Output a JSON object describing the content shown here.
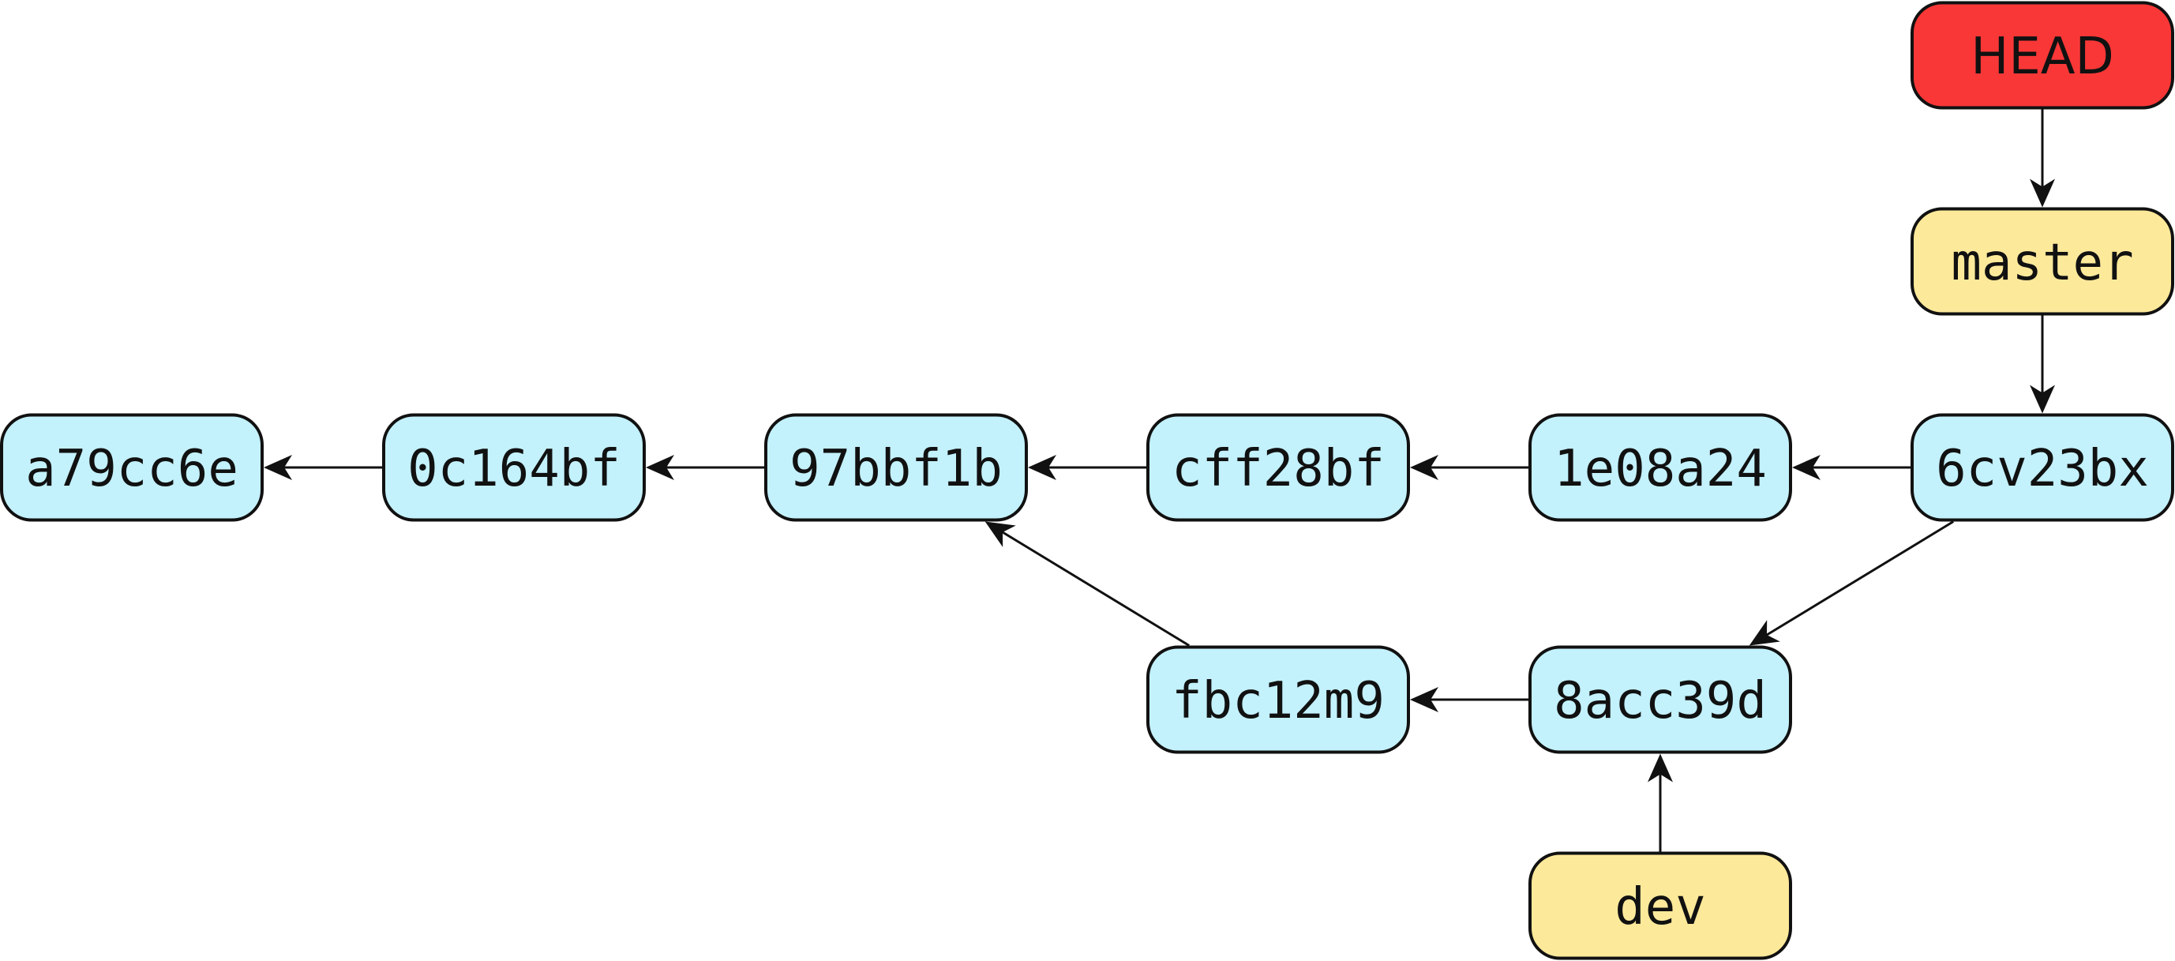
{
  "colors": {
    "commit": "#c3f1fc",
    "branch": "#fde99a",
    "head": "#f93737",
    "stroke": "#111111"
  },
  "nodes": [
    {
      "id": "HEAD",
      "label": "HEAD",
      "kind": "head"
    },
    {
      "id": "master",
      "label": "master",
      "kind": "branch"
    },
    {
      "id": "dev",
      "label": "dev",
      "kind": "branch"
    },
    {
      "id": "a79cc6e",
      "label": "a79cc6e",
      "kind": "commit"
    },
    {
      "id": "0c164bf",
      "label": "0c164bf",
      "kind": "commit"
    },
    {
      "id": "97bbf1b",
      "label": "97bbf1b",
      "kind": "commit"
    },
    {
      "id": "cff28bf",
      "label": "cff28bf",
      "kind": "commit"
    },
    {
      "id": "1e08a24",
      "label": "1e08a24",
      "kind": "commit"
    },
    {
      "id": "6cv23bx",
      "label": "6cv23bx",
      "kind": "commit"
    },
    {
      "id": "fbc12m9",
      "label": "fbc12m9",
      "kind": "commit"
    },
    {
      "id": "8acc39d",
      "label": "8acc39d",
      "kind": "commit"
    }
  ],
  "edges": [
    {
      "from": "HEAD",
      "to": "master"
    },
    {
      "from": "master",
      "to": "6cv23bx"
    },
    {
      "from": "6cv23bx",
      "to": "1e08a24"
    },
    {
      "from": "1e08a24",
      "to": "cff28bf"
    },
    {
      "from": "cff28bf",
      "to": "97bbf1b"
    },
    {
      "from": "97bbf1b",
      "to": "0c164bf"
    },
    {
      "from": "0c164bf",
      "to": "a79cc6e"
    },
    {
      "from": "6cv23bx",
      "to": "8acc39d"
    },
    {
      "from": "8acc39d",
      "to": "fbc12m9"
    },
    {
      "from": "fbc12m9",
      "to": "97bbf1b"
    },
    {
      "from": "dev",
      "to": "8acc39d"
    }
  ]
}
